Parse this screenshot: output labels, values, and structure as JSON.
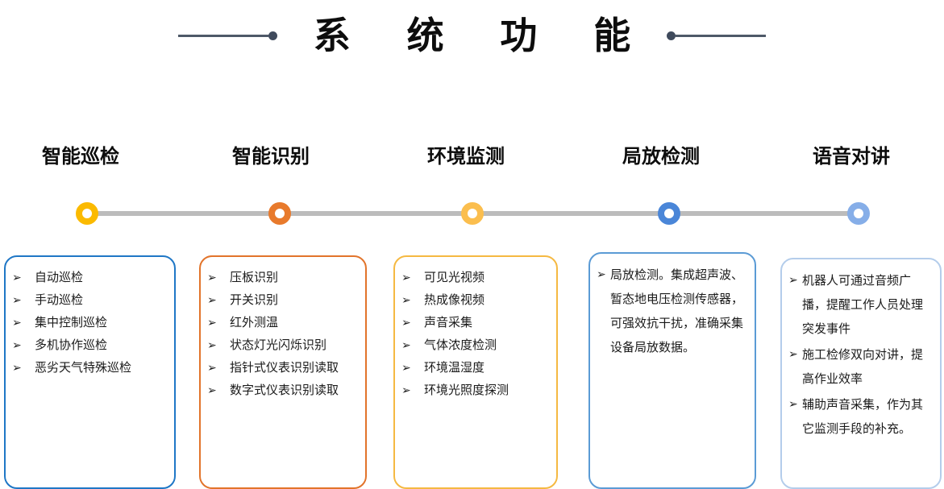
{
  "title": {
    "text": "系 统 功 能",
    "left_deco": "horizontal-line-with-dot",
    "right_deco": "dot-with-horizontal-line",
    "line_color": "#4e5968",
    "dot_color": "#3f4a5c"
  },
  "timeline": {
    "track_color": "#bcbcbc",
    "nodes": [
      {
        "label": "智能巡检",
        "color": "#FBBA00"
      },
      {
        "label": "智能识别",
        "color": "#E87A2C"
      },
      {
        "label": "环境监测",
        "color": "#FBBE4E"
      },
      {
        "label": "局放检测",
        "color": "#4A86D8"
      },
      {
        "label": "语音对讲",
        "color": "#86AEE8"
      }
    ]
  },
  "sections": [
    {
      "heading": "智能巡检",
      "border_color": "#1F77C6",
      "bullet": "➢",
      "items": [
        "自动巡检",
        "手动巡检",
        "集中控制巡检",
        "多机协作巡检",
        "恶劣天气特殊巡检"
      ]
    },
    {
      "heading": "智能识别",
      "border_color": "#E2742B",
      "bullet": "➢",
      "items": [
        "压板识别",
        "开关识别",
        "红外测温",
        "状态灯光闪烁识别",
        "指针式仪表识别读取",
        "数字式仪表识别读取"
      ]
    },
    {
      "heading": "环境监测",
      "border_color": "#F5B942",
      "bullet": "➢",
      "items": [
        "可见光视频",
        "热成像视频",
        "声音采集",
        "气体浓度检测",
        "环境温湿度",
        "环境光照度探测"
      ]
    },
    {
      "heading": "局放检测",
      "border_color": "#5B9BD5",
      "bullet": "➢",
      "items": [
        "局放检测。集成超声波、暂态地电压检测传感器，可强效抗干扰，准确采集设备局放数据。"
      ]
    },
    {
      "heading": "语音对讲",
      "border_color": "#B4CDEB",
      "bullet": "➢",
      "items": [
        "机器人可通过音频广播，提醒工作人员处理突发事件",
        "施工检修双向对讲，提高作业效率",
        "辅助声音采集，作为其它监测手段的补充。"
      ]
    }
  ]
}
